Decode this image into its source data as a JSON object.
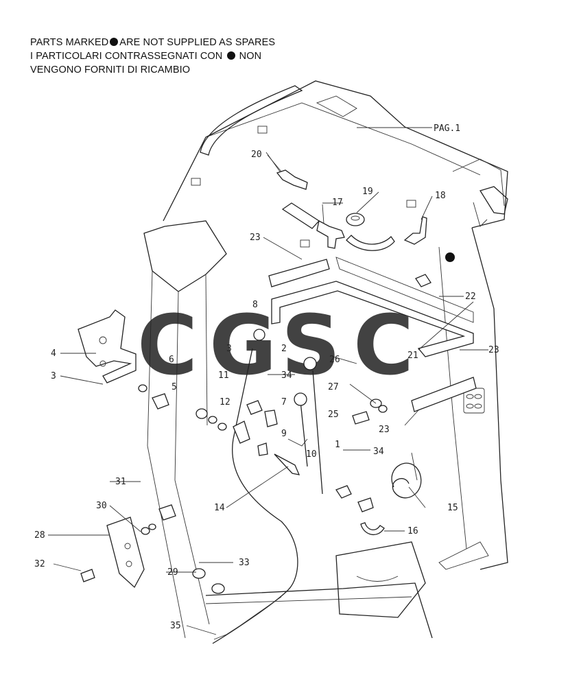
{
  "notice": {
    "line1_before": "PARTS MARKED",
    "line1_after": "ARE NOT SUPPLIED AS SPARES",
    "line2_before": "I PARTICOLARI CONTRASSEGNATI CON",
    "line2_after": "NON",
    "line3": "VENGONO FORNITI DI RICAMBIO"
  },
  "watermark": {
    "letters": [
      "C",
      "G",
      "S",
      "C"
    ],
    "colors": [
      "#4a7fe0",
      "#e8524a",
      "#f2c94c",
      "#3aaa6a"
    ]
  },
  "page_ref": "PAG.1",
  "callouts": {
    "c1": "1",
    "c2": "2",
    "c3a": "3",
    "c3b": "3",
    "c4": "4",
    "c5": "5",
    "c6": "6",
    "c7": "7",
    "c8": "8",
    "c9": "9",
    "c10": "10",
    "c11": "11",
    "c12": "12",
    "c14": "14",
    "c15": "15",
    "c16": "16",
    "c17": "17",
    "c18": "18",
    "c19": "19",
    "c20": "20",
    "c21": "21",
    "c22": "22",
    "c23a": "23",
    "c23b": "23",
    "c23c": "23",
    "c25": "25",
    "c26": "26",
    "c27": "27",
    "c28": "28",
    "c29": "29",
    "c30": "30",
    "c31": "31",
    "c32": "32",
    "c33": "33",
    "c34a": "34",
    "c34b": "34",
    "c35": "35"
  }
}
